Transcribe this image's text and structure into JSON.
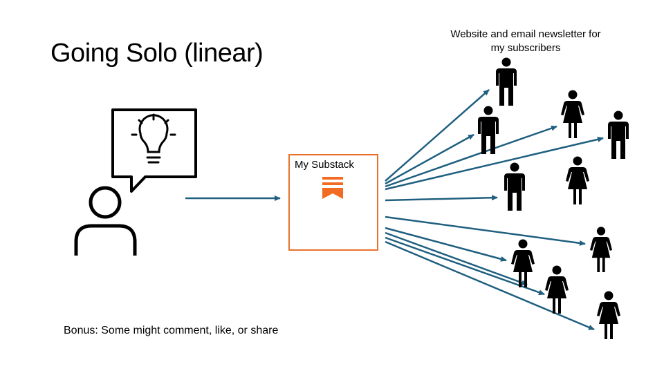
{
  "slide": {
    "title": "Going Solo (linear)",
    "audience_label_line1": "Website and email newsletter for",
    "audience_label_line2": "my subscribers",
    "hub_label": "My Substack",
    "bonus_note": "Bonus: Some might comment, like, or share"
  },
  "colors": {
    "arrow": "#1f5f7f",
    "hub_border": "#e8712b",
    "logo": "#f26b22",
    "figure": "#000000"
  },
  "icons": {
    "creator": "person-outline-icon",
    "idea": "lightbulb-icon",
    "speech": "speech-bubble-icon",
    "logo": "substack-logo-icon",
    "subscriber_male": "person-male-icon",
    "subscriber_female": "person-female-icon"
  },
  "subscribers": [
    {
      "type": "male"
    },
    {
      "type": "male"
    },
    {
      "type": "female"
    },
    {
      "type": "male"
    },
    {
      "type": "male"
    },
    {
      "type": "female"
    },
    {
      "type": "female"
    },
    {
      "type": "female"
    },
    {
      "type": "female"
    },
    {
      "type": "female"
    }
  ]
}
